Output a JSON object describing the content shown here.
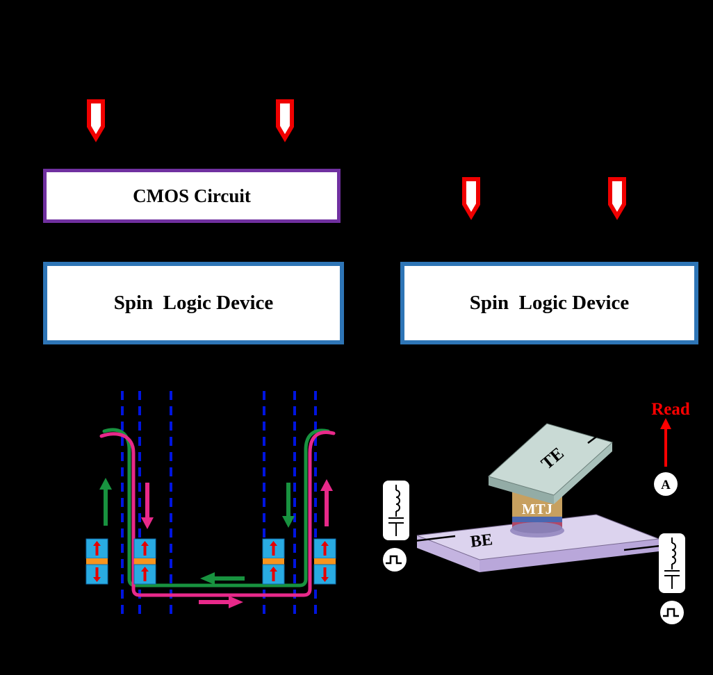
{
  "colors": {
    "background": "#000000",
    "cmos_border": "#7030A0",
    "spin_border": "#2E75B6",
    "input_arrow": "#FF0000",
    "guide_dash_blue": "#0014E0",
    "path_green": "#18923F",
    "path_pink": "#E8298A",
    "cell_electrode": "#29ABE2",
    "cell_barrier": "#F7941D",
    "cell_arrow": "#E60000",
    "te_fill": "#C9DAD5",
    "be_fill": "#DCD3EE",
    "mtj_pillar_fill": "#C7A05F",
    "read_text": "#FF0000"
  },
  "panel_a": {
    "cmos_label": "CMOS Circuit",
    "spin_label": "Spin  Logic Device"
  },
  "panel_b": {
    "spin_label": "Spin  Logic Device"
  },
  "panel_c": {
    "cells": [
      {
        "top": "up",
        "bottom": "down"
      },
      {
        "top": "up",
        "bottom": "up"
      },
      {
        "top": "up",
        "bottom": "up"
      },
      {
        "top": "up",
        "bottom": "down"
      }
    ]
  },
  "panel_d": {
    "te_label": "TE",
    "mtj_label": "MTJ",
    "be_label": "BE",
    "read_label": "Read",
    "ammeter_label": "A"
  }
}
